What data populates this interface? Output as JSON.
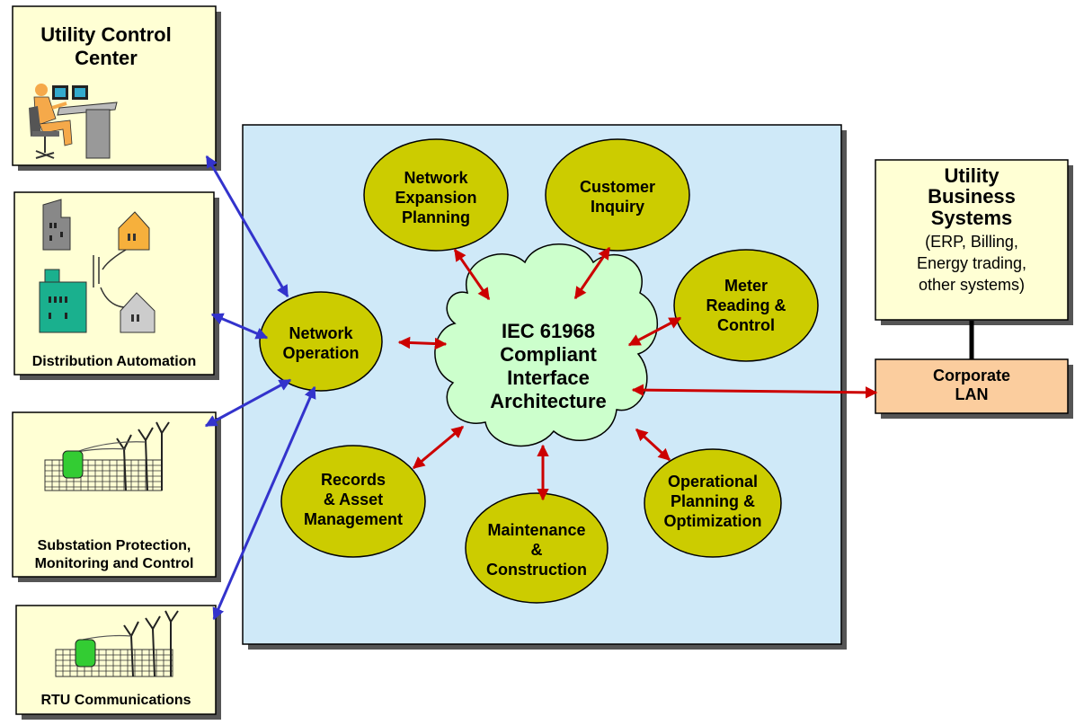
{
  "colors": {
    "central_panel": "#cfe9f8",
    "box_fill": "#ffffd4",
    "ellipse_fill": "#cccc00",
    "cloud_fill": "#ccffcc",
    "lan_fill": "#fbcd9e",
    "blue_arrow": "#3333cc",
    "red_arrow": "#cc0000"
  },
  "left_boxes": {
    "control_center": {
      "line1": "Utility Control",
      "line2": "Center",
      "icon": "operator-workstation-icon"
    },
    "distribution": {
      "label": "Distribution Automation",
      "icon": "buildings-icon"
    },
    "substation": {
      "line1": "Substation Protection,",
      "line2": "Monitoring and Control",
      "icon": "substation-icon"
    },
    "rtu": {
      "label": "RTU Communications",
      "icon": "substation-icon"
    }
  },
  "cloud": {
    "line1": "IEC 61968",
    "line2": "Compliant",
    "line3": "Interface",
    "line4": "Architecture"
  },
  "nodes": {
    "network_operation": {
      "line1": "Network",
      "line2": "Operation"
    },
    "network_expansion": {
      "line1": "Network",
      "line2": "Expansion",
      "line3": "Planning"
    },
    "customer_inquiry": {
      "line1": "Customer",
      "line2": "Inquiry"
    },
    "meter_reading": {
      "line1": "Meter",
      "line2": "Reading &",
      "line3": "Control"
    },
    "operational_planning": {
      "line1": "Operational",
      "line2": "Planning &",
      "line3": "Optimization"
    },
    "maintenance": {
      "line1": "Maintenance",
      "line2": "&",
      "line3": "Construction"
    },
    "records": {
      "line1": "Records",
      "line2": "& Asset",
      "line3": "Management"
    }
  },
  "business_systems": {
    "line1": "Utility",
    "line2": "Business",
    "line3": "Systems",
    "line4": "(ERP, Billing,",
    "line5": "Energy trading,",
    "line6": "other systems)"
  },
  "corporate_lan": {
    "line1": "Corporate",
    "line2": "LAN"
  }
}
